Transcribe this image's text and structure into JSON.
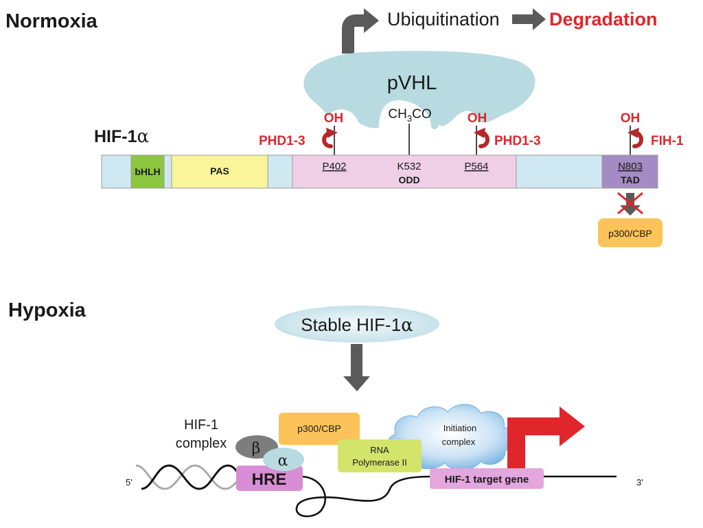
{
  "normoxia": {
    "title": "Normoxia",
    "ubiquitination": "Ubiquitination",
    "degradation": "Degradation",
    "pvhl": "pVHL",
    "acetyl_prefix": "CH",
    "acetyl_sub": "3",
    "acetyl_suffix": "CO",
    "oh": "OH",
    "phd_left": "PHD1-3",
    "phd_right": "PHD1-3",
    "fih": "FIH-1",
    "hif_label_prefix": "HIF-1",
    "alpha": "α",
    "domains": {
      "bhlh": "bHLH",
      "pas": "PAS",
      "odd": "ODD",
      "tad": "TAD"
    },
    "residues": {
      "p402": "P402",
      "k532": "K532",
      "p564": "P564",
      "n803": "N803"
    },
    "coactivator": "p300/CBP"
  },
  "hypoxia": {
    "title": "Hypoxia",
    "stable_prefix": "Stable HIF-1",
    "alpha": "α",
    "beta": "β",
    "complex_line1": "HIF-1",
    "complex_line2": "complex",
    "coactivator": "p300/CBP",
    "rna_line1": "RNA",
    "rna_line2": "Polymerase II",
    "init_line1": "Initiation",
    "init_line2": "complex",
    "hre": "HRE",
    "target_gene": "HIF-1 target gene",
    "five_prime": "5'",
    "three_prime": "3'"
  },
  "colors": {
    "red": "#e0262b",
    "dark_red": "#b5272a",
    "grey_arrow": "#5a5a5a",
    "pvhl_fill": "#b7dbe0",
    "bar_fill": "#cfe8f1",
    "bhlh_fill": "#8dc63f",
    "pas_fill": "#faf59a",
    "odd_fill": "#efcfe6",
    "tad_fill": "#a48bc4",
    "coactivator_fill": "#fbc35a",
    "rna_fill": "#d2e46a",
    "hre_fill": "#d88ed4",
    "target_fill": "#e3a6dd"
  }
}
